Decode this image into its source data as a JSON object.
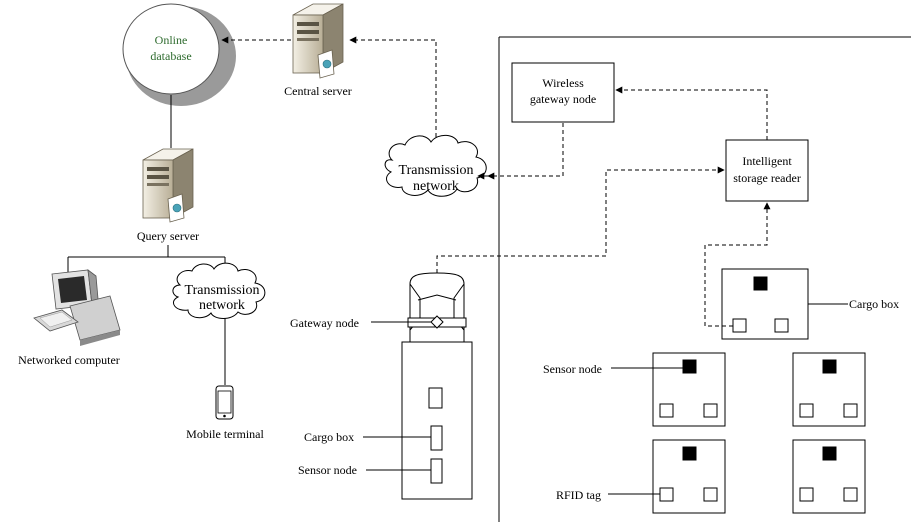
{
  "labels": {
    "online_database": [
      "Online",
      "database"
    ],
    "central_server": "Central server",
    "query_server": "Query server",
    "networked_computer": "Networked computer",
    "mobile_terminal": "Mobile terminal",
    "transmission_network_left": [
      "Transmission",
      "network"
    ],
    "transmission_network_center": [
      "Transmission",
      "network"
    ],
    "wireless_gateway_node": [
      "Wireless",
      "gateway node"
    ],
    "intelligent_storage_reader": [
      "Intelligent",
      "storage reader"
    ],
    "gateway_node": "Gateway node",
    "cargo_box_truck": "Cargo box",
    "sensor_node_truck": "Sensor node",
    "cargo_box_warehouse": "Cargo box",
    "sensor_node_warehouse": "Sensor node",
    "rfid_tag": "RFID tag"
  },
  "colors": {
    "line": "#000000",
    "database_fill": "#ffffff",
    "database_shadow": "#9a9a9a",
    "database_text": "#2e6b2e",
    "server_body": "#e8e2d2",
    "server_dark": "#8c8470",
    "sensor_fill": "#000000"
  }
}
